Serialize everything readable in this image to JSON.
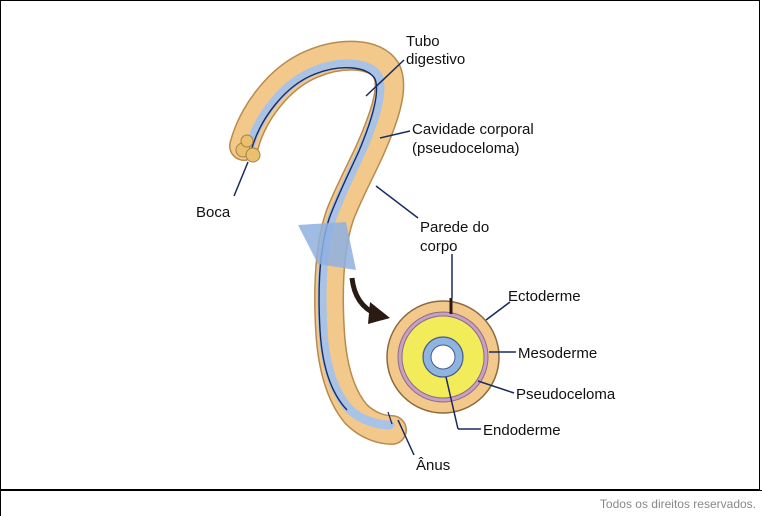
{
  "labels": {
    "tubo_line1": "Tubo",
    "tubo_line2": "digestivo",
    "cavidade_line1": "Cavidade corporal",
    "cavidade_line2": "(pseudoceloma)",
    "boca": "Boca",
    "parede_line1": "Parede do",
    "parede_line2": "corpo",
    "ectoderme": "Ectoderme",
    "mesoderme": "Mesoderme",
    "pseudoceloma": "Pseudoceloma",
    "endoderme": "Endoderme",
    "anus": "Ânus"
  },
  "footer": {
    "credit": "Todos os direitos reservados."
  },
  "colors": {
    "body_fill": "#f2c98a",
    "body_outline": "#b88a4e",
    "gut_fill": "#a9c3e6",
    "inner_line": "#1a2a5e",
    "cross_outer": "#f2c98a",
    "mesoderm_ring": "#c9a0c0",
    "mesoderm_inner": "#f3ec5a",
    "gut_ring": "#8fb4e0",
    "lumen": "#ffffff",
    "section_plane": "#8fb0e0",
    "arrow": "#2a1a14"
  }
}
